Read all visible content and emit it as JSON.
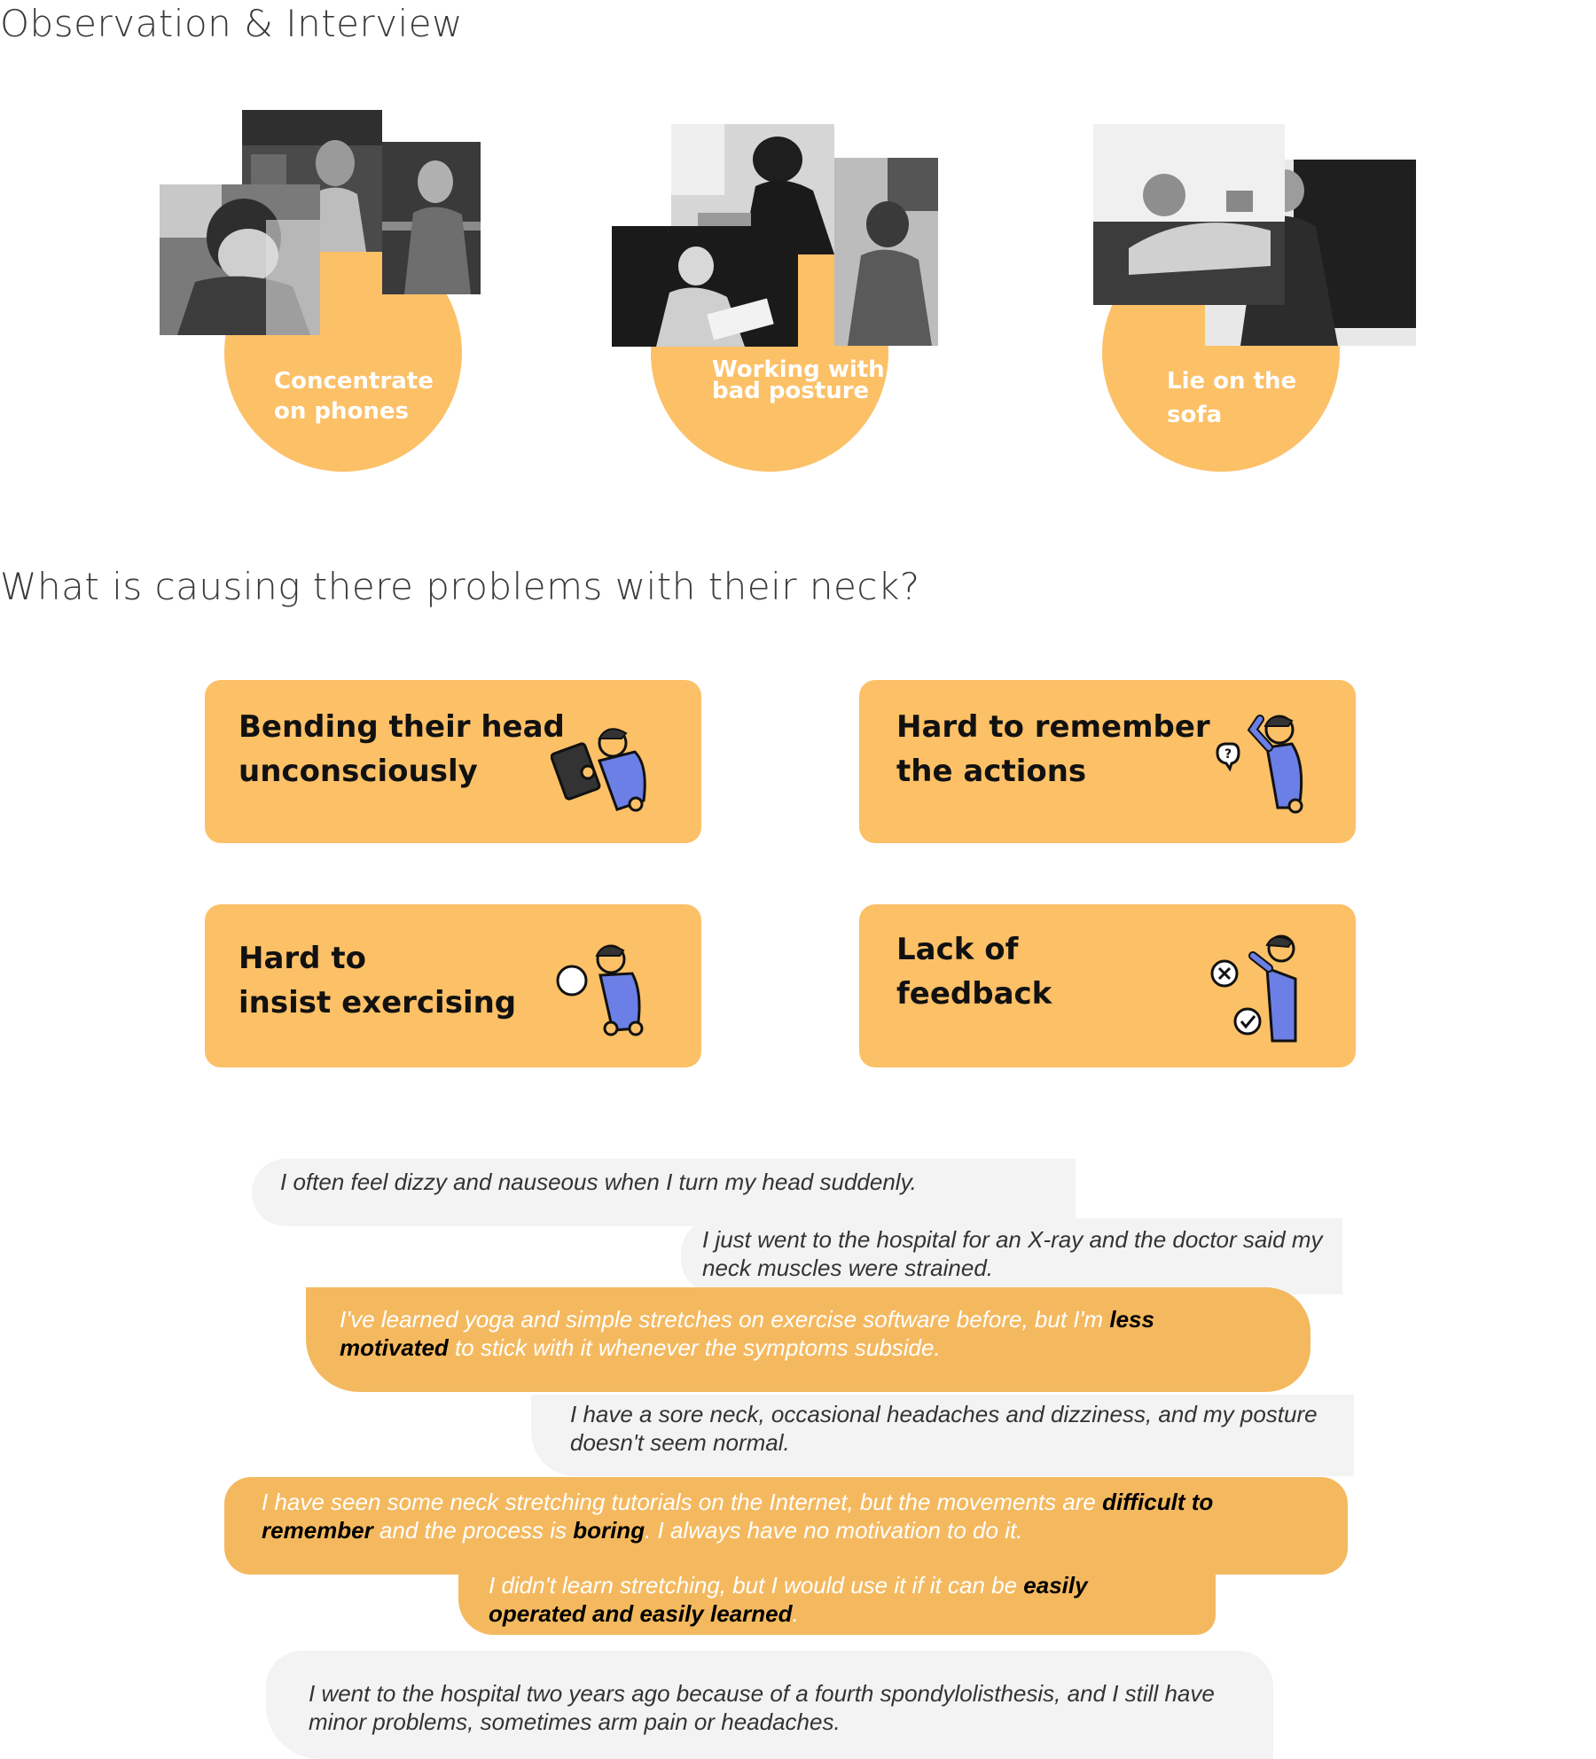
{
  "section1": {
    "title": "Observation & Interview"
  },
  "observations": [
    {
      "label_line1": "Concentrate",
      "label_line2": "on phones"
    },
    {
      "label_line1": "Working with",
      "label_line2": "bad posture"
    },
    {
      "label_line1": "Lie on the",
      "label_line2": "sofa"
    }
  ],
  "section2": {
    "title": "What is causing there problems with their neck?"
  },
  "causes": [
    {
      "line1": "Bending their head",
      "line2": "unconsciously",
      "icon": "person-looking-at-tablet-icon"
    },
    {
      "line1": "Hard to remember",
      "line2": "the actions",
      "icon": "person-confused-question-icon"
    },
    {
      "line1": "Hard to",
      "line2": "insist exercising",
      "icon": "person-thinking-bubble-icon"
    },
    {
      "line1": "Lack of",
      "line2": "feedback",
      "icon": "person-wrong-right-feedback-icon"
    }
  ],
  "quotes": [
    {
      "style": "grey",
      "parts": [
        {
          "t": "I often feel dizzy and nauseous when I turn my head suddenly."
        }
      ]
    },
    {
      "style": "grey",
      "parts": [
        {
          "t": " I just went to the hospital for an X-ray and the doctor said my neck muscles were strained."
        }
      ]
    },
    {
      "style": "orange",
      "parts": [
        {
          "t": "I've learned yoga and simple stretches on exercise software before, but I'm "
        },
        {
          "t": "less motivated",
          "b": true
        },
        {
          "t": " to stick with it whenever the symptoms subside."
        }
      ]
    },
    {
      "style": "grey",
      "parts": [
        {
          "t": "I have a sore neck, occasional headaches and dizziness, and my posture doesn't seem normal."
        }
      ]
    },
    {
      "style": "orange",
      "parts": [
        {
          "t": "I have seen some neck stretching tutorials on the Internet, but the movements are "
        },
        {
          "t": "difficult to remember",
          "b": true
        },
        {
          "t": " and the process is "
        },
        {
          "t": "boring",
          "b": true
        },
        {
          "t": ". I always have no motivation to do it."
        }
      ]
    },
    {
      "style": "orange",
      "parts": [
        {
          "t": "I didn't learn stretching, but I would use it if it can be "
        },
        {
          "t": "easily operated and easily learned",
          "b": true
        },
        {
          "t": "."
        }
      ]
    },
    {
      "style": "grey",
      "parts": [
        {
          "t": "I went to the hospital two years ago because of a fourth spondylolisthesis, and I still have minor problems, sometimes arm pain or headaches."
        }
      ]
    }
  ],
  "colors": {
    "accent": "#fcc067",
    "quote_orange": "#f4b95f",
    "quote_grey": "#f3f3f3",
    "figure_blue": "#6b7fe6"
  }
}
